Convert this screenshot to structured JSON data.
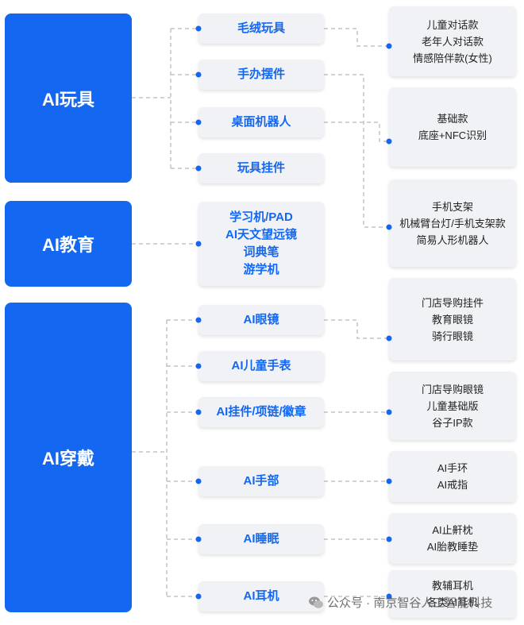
{
  "accent_color": "#1467f0",
  "categories": [
    {
      "label": "AI玩具"
    },
    {
      "label": "AI教育"
    },
    {
      "label": "AI穿戴"
    }
  ],
  "products": [
    {
      "lines": [
        "毛绒玩具"
      ]
    },
    {
      "lines": [
        "手办摆件"
      ]
    },
    {
      "lines": [
        "桌面机器人"
      ]
    },
    {
      "lines": [
        "玩具挂件"
      ]
    },
    {
      "lines": [
        "学习机/PAD",
        "AI天文望远镜",
        "词典笔",
        "游学机"
      ]
    },
    {
      "lines": [
        "AI眼镜"
      ]
    },
    {
      "lines": [
        "AI儿童手表"
      ]
    },
    {
      "lines": [
        "AI挂件/项链/徽章"
      ]
    },
    {
      "lines": [
        "AI手部"
      ]
    },
    {
      "lines": [
        "AI睡眠"
      ]
    },
    {
      "lines": [
        "AI耳机"
      ]
    }
  ],
  "variants": [
    {
      "lines": [
        "儿童对话款",
        "老年人对话款",
        "情感陪伴款(女性)"
      ]
    },
    {
      "lines": [
        "基础款",
        "底座+NFC识别"
      ]
    },
    {
      "lines": [
        "手机支架",
        "机械臂台灯/手机支架款",
        "简易人形机器人"
      ]
    },
    {
      "lines": [
        "门店导购挂件",
        "教育眼镜",
        "骑行眼镜"
      ]
    },
    {
      "lines": [
        "门店导购眼镜",
        "儿童基础版",
        "谷子IP款"
      ]
    },
    {
      "lines": [
        "AI手环",
        "AI戒指"
      ]
    },
    {
      "lines": [
        "AI止鼾枕",
        "AI胎教睡垫"
      ]
    },
    {
      "lines": [
        "教辅耳机",
        "各类AI耳机"
      ]
    }
  ],
  "watermark": {
    "text": "公众号 · 南京智谷人工智能科技"
  }
}
